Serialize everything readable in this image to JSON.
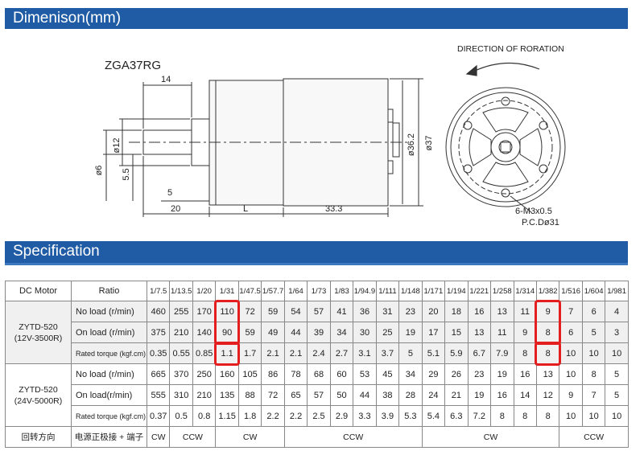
{
  "sections": {
    "dimension_title": "Dimenison(mm)",
    "spec_title": "Specification"
  },
  "drawing": {
    "model": "ZGA37RG",
    "dim_14": "14",
    "dim_d12": "ø12",
    "dim_d6": "ø6",
    "dim_5_5": "5.5",
    "dim_5": "5",
    "dim_20": "20",
    "dim_L": "L",
    "dim_33_3": "33.3",
    "dim_d36_2": "ø36.2",
    "dim_d37": "ø37",
    "rotation_label": "DIRECTION OF RORATION",
    "screw_label": "6-M3x0.5",
    "pcd_label": "P.C.Dø31"
  },
  "spec": {
    "header_motor": "DC Motor",
    "header_ratio": "Ratio",
    "ratios": [
      "1/7.5",
      "1/13.5",
      "1/20",
      "1/31",
      "1/47.5",
      "1/57.7",
      "1/64",
      "1/73",
      "1/83",
      "1/94.9",
      "1/111",
      "1/148",
      "1/171",
      "1/194",
      "1/221",
      "1/258",
      "1/314",
      "1/382",
      "1/516",
      "1/604",
      "1/981"
    ],
    "groups": [
      {
        "motor_line1": "ZYTD-520",
        "motor_line2": "(12V-3500R)",
        "rows": [
          {
            "label": "No load (r/min)",
            "values": [
              "460",
              "255",
              "170",
              "110",
              "72",
              "59",
              "54",
              "57",
              "41",
              "36",
              "31",
              "23",
              "20",
              "18",
              "16",
              "13",
              "11",
              "9",
              "7",
              "6",
              "4"
            ]
          },
          {
            "label": "On load (r/min)",
            "values": [
              "375",
              "210",
              "140",
              "90",
              "59",
              "49",
              "44",
              "39",
              "34",
              "30",
              "25",
              "19",
              "17",
              "15",
              "13",
              "11",
              "9",
              "8",
              "6",
              "5",
              "3"
            ]
          },
          {
            "label": "Rated torque (kgf.cm)",
            "values": [
              "0.35",
              "0.55",
              "0.85",
              "1.1",
              "1.7",
              "2.1",
              "2.1",
              "2.4",
              "2.7",
              "3.1",
              "3.7",
              "5",
              "5.1",
              "5.9",
              "6.7",
              "7.9",
              "8",
              "8",
              "10",
              "10",
              "10"
            ]
          }
        ]
      },
      {
        "motor_line1": "ZYTD-520",
        "motor_line2": "(24V-5000R)",
        "rows": [
          {
            "label": "No load (r/min)",
            "values": [
              "665",
              "370",
              "250",
              "160",
              "105",
              "86",
              "78",
              "68",
              "60",
              "53",
              "45",
              "34",
              "29",
              "26",
              "23",
              "19",
              "16",
              "13",
              "10",
              "8",
              "5"
            ]
          },
          {
            "label": "On load(r/min)",
            "values": [
              "555",
              "310",
              "210",
              "135",
              "88",
              "72",
              "65",
              "57",
              "50",
              "44",
              "38",
              "28",
              "24",
              "21",
              "19",
              "16",
              "14",
              "12",
              "9",
              "7",
              "5"
            ]
          },
          {
            "label": "Rated torque (kgf.cm)",
            "values": [
              "0.37",
              "0.5",
              "0.8",
              "1.15",
              "1.8",
              "2.2",
              "2.2",
              "2.5",
              "2.9",
              "3.3",
              "3.9",
              "5.3",
              "5.4",
              "6.3",
              "7.2",
              "8",
              "8",
              "8",
              "10",
              "10",
              "10"
            ]
          }
        ]
      }
    ],
    "footer": {
      "label": "回转方向",
      "sublabel": "电源正极接 + 端子",
      "spans": [
        {
          "text": "CW",
          "cols": 1
        },
        {
          "text": "CCW",
          "cols": 2
        },
        {
          "text": "CW",
          "cols": 3
        },
        {
          "text": "CCW",
          "cols": 6
        },
        {
          "text": "CW",
          "cols": 6
        },
        {
          "text": "CCW",
          "cols": 3
        }
      ]
    },
    "highlight_color": "#e41e1e"
  }
}
